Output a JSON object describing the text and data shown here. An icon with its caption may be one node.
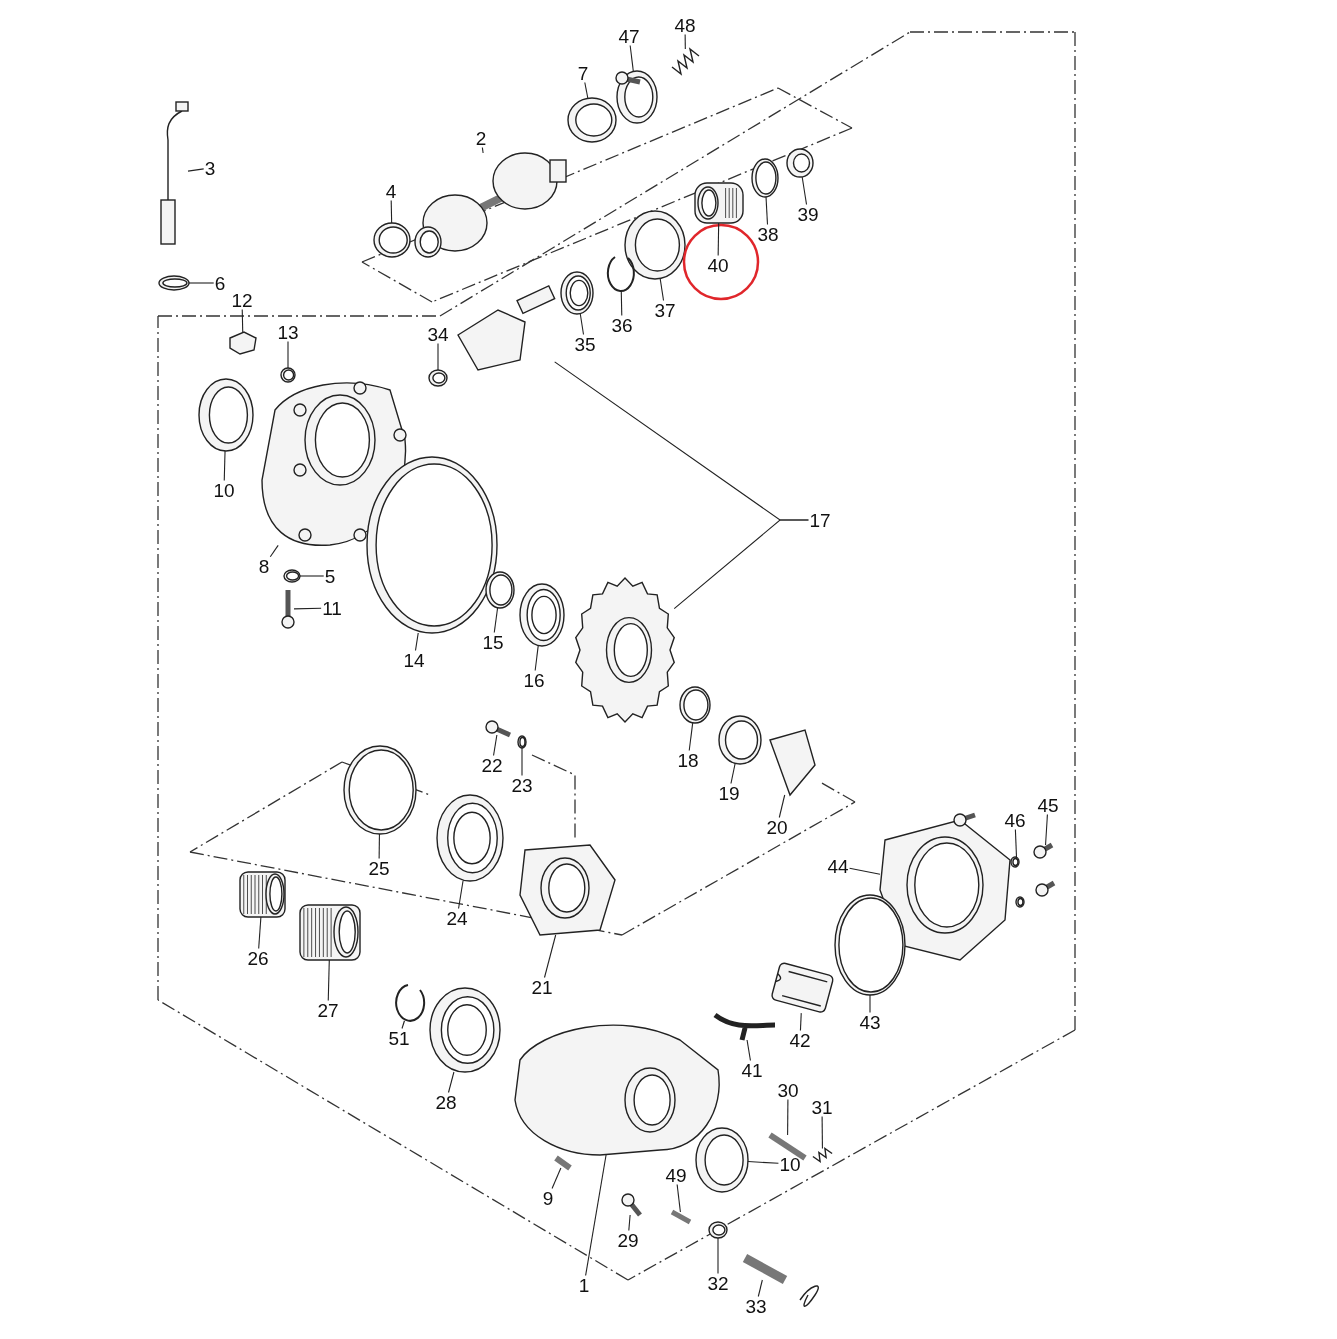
{
  "diagram": {
    "nodes": [
      {
        "text": [
          "48"
        ]
      },
      {
        "text": [
          "47"
        ]
      },
      {
        "text": [
          "7"
        ]
      },
      {
        "text": [
          "2"
        ]
      },
      {
        "text": [
          "3"
        ]
      },
      {
        "text": [
          "4"
        ]
      },
      {
        "text": [
          "39"
        ]
      },
      {
        "text": [
          "38"
        ]
      },
      {
        "text": [
          "40"
        ]
      },
      {
        "text": [
          "37"
        ]
      },
      {
        "text": [
          "36"
        ]
      },
      {
        "text": [
          "6"
        ]
      },
      {
        "text": [
          "12"
        ]
      },
      {
        "text": [
          "35"
        ]
      },
      {
        "text": [
          "13"
        ]
      },
      {
        "text": [
          "34"
        ]
      },
      {
        "text": [
          "10"
        ]
      },
      {
        "text": [
          "17"
        ]
      },
      {
        "text": [
          "8"
        ]
      },
      {
        "text": [
          "5"
        ]
      },
      {
        "text": [
          "11"
        ]
      },
      {
        "text": [
          "14"
        ]
      },
      {
        "text": [
          "15"
        ]
      },
      {
        "text": [
          "16"
        ]
      },
      {
        "text": [
          "18"
        ]
      },
      {
        "text": [
          "19"
        ]
      },
      {
        "text": [
          "20"
        ]
      },
      {
        "text": [
          "22"
        ]
      },
      {
        "text": [
          "23"
        ]
      },
      {
        "text": [
          "45"
        ]
      },
      {
        "text": [
          "46"
        ]
      },
      {
        "text": [
          "44"
        ]
      },
      {
        "text": [
          "25"
        ]
      },
      {
        "text": [
          "24"
        ]
      },
      {
        "text": [
          "26"
        ]
      },
      {
        "text": [
          "21"
        ]
      },
      {
        "text": [
          "27"
        ]
      },
      {
        "text": [
          "43"
        ]
      },
      {
        "text": [
          "51"
        ]
      },
      {
        "text": [
          "42"
        ]
      },
      {
        "text": [
          "41"
        ]
      },
      {
        "text": [
          "30"
        ]
      },
      {
        "text": [
          "28"
        ]
      },
      {
        "text": [
          "31"
        ]
      },
      {
        "text": [
          "10"
        ]
      },
      {
        "text": [
          "49"
        ]
      },
      {
        "text": [
          "9"
        ]
      },
      {
        "text": [
          "29"
        ]
      },
      {
        "text": [
          "1"
        ]
      },
      {
        "text": [
          "32"
        ]
      },
      {
        "text": [
          "33"
        ]
      },
      {
        "text": [],
        "shape": "picture"
      },
      {
        "text": [],
        "shape": "picture"
      },
      {
        "text": [],
        "shape": "picture"
      },
      {
        "text": [],
        "shape": "picture"
      },
      {
        "text": [],
        "shape": "picture"
      },
      {
        "text": [],
        "shape": "picture"
      },
      {
        "text": [],
        "shape": "picture"
      },
      {
        "text": [],
        "shape": "picture"
      },
      {
        "text": [],
        "shape": "picture"
      },
      {
        "text": [],
        "shape": "picture"
      },
      {
        "text": [],
        "shape": "picture"
      },
      {
        "text": [],
        "shape": "picture"
      },
      {
        "text": [],
        "shape": "picture"
      },
      {
        "text": [],
        "shape": "picture"
      },
      {
        "text": [],
        "shape": "picture"
      },
      {
        "text": [],
        "shape": "picture"
      },
      {
        "text": [],
        "shape": "picture"
      },
      {
        "text": [],
        "shape": "picture"
      },
      {
        "text": [],
        "shape": "picture"
      },
      {
        "text": [],
        "shape": "picture"
      },
      {
        "text": [],
        "shape": "picture"
      },
      {
        "text": [],
        "shape": "picture"
      },
      {
        "text": [],
        "shape": "picture"
      },
      {
        "text": [],
        "shape": "picture"
      },
      {
        "text": [],
        "shape": "picture"
      },
      {
        "text": [],
        "shape": "picture"
      },
      {
        "text": [],
        "shape": "picture"
      },
      {
        "text": [],
        "shape": "picture"
      },
      {
        "text": [],
        "shape": "picture"
      },
      {
        "text": [],
        "shape": "picture"
      },
      {
        "text": [],
        "shape": "picture"
      },
      {
        "text": [],
        "shape": "picture"
      },
      {
        "text": [],
        "shape": "picture"
      },
      {
        "text": [],
        "shape": "picture"
      },
      {
        "text": [],
        "shape": "picture"
      },
      {
        "text": [],
        "shape": "picture"
      },
      {
        "text": [],
        "shape": "picture"
      },
      {
        "text": [],
        "shape": "picture"
      },
      {
        "text": [],
        "shape": "picture"
      },
      {
        "text": [],
        "shape": "picture"
      },
      {
        "text": [],
        "shape": "picture"
      },
      {
        "text": [],
        "shape": "picture"
      },
      {
        "text": [],
        "shape": "picture"
      },
      {
        "text": [],
        "shape": "picture"
      },
      {
        "text": [],
        "shape": "picture"
      },
      {
        "text": [],
        "shape": "picture"
      },
      {
        "text": [],
        "shape": "picture"
      },
      {
        "text": [],
        "shape": "picture"
      },
      {
        "text": [],
        "shape": "picture"
      },
      {
        "text": [],
        "shape": "picture"
      },
      {
        "text": [],
        "shape": "picture"
      },
      {
        "text": [],
        "shape": "picture"
      }
    ],
    "edges": [
      {
        "from": 0,
        "to": 51,
        "arrow": "none"
      },
      {
        "from": 1,
        "to": 52,
        "arrow": "none"
      },
      {
        "from": 2,
        "to": 53,
        "arrow": "none"
      },
      {
        "from": 3,
        "to": 54,
        "arrow": "none"
      },
      {
        "from": 4,
        "to": 55,
        "arrow": "none"
      },
      {
        "from": 5,
        "to": 56,
        "arrow": "none"
      },
      {
        "from": 6,
        "to": 57,
        "arrow": "none"
      },
      {
        "from": 7,
        "to": 58,
        "arrow": "none"
      },
      {
        "from": 8,
        "to": 59,
        "arrow": "none"
      },
      {
        "from": 9,
        "to": 60,
        "arrow": "none"
      },
      {
        "from": 10,
        "to": 61,
        "arrow": "none"
      },
      {
        "from": 11,
        "to": 62,
        "arrow": "none"
      },
      {
        "from": 12,
        "to": 63,
        "arrow": "none"
      },
      {
        "from": 13,
        "to": 64,
        "arrow": "none"
      },
      {
        "from": 14,
        "to": 65,
        "arrow": "none"
      },
      {
        "from": 15,
        "to": 66,
        "arrow": "none"
      },
      {
        "from": 16,
        "to": 67,
        "arrow": "none"
      },
      {
        "from": 17,
        "to": 68,
        "arrow": "none"
      },
      {
        "from": 17,
        "to": 102,
        "arrow": "none"
      },
      {
        "from": 18,
        "to": 69,
        "arrow": "none"
      },
      {
        "from": 19,
        "to": 70,
        "arrow": "none"
      },
      {
        "from": 20,
        "to": 71,
        "arrow": "none"
      },
      {
        "from": 21,
        "to": 72,
        "arrow": "none"
      },
      {
        "from": 22,
        "to": 73,
        "arrow": "none"
      },
      {
        "from": 23,
        "to": 74,
        "arrow": "none"
      },
      {
        "from": 24,
        "to": 75,
        "arrow": "none"
      },
      {
        "from": 25,
        "to": 76,
        "arrow": "none"
      },
      {
        "from": 26,
        "to": 77,
        "arrow": "none"
      },
      {
        "from": 27,
        "to": 78,
        "arrow": "none"
      },
      {
        "from": 28,
        "to": 79,
        "arrow": "none"
      },
      {
        "from": 29,
        "to": 80,
        "arrow": "none"
      },
      {
        "from": 30,
        "to": 81,
        "arrow": "none"
      },
      {
        "from": 31,
        "to": 82,
        "arrow": "none"
      },
      {
        "from": 32,
        "to": 83,
        "arrow": "none"
      },
      {
        "from": 33,
        "to": 84,
        "arrow": "none"
      },
      {
        "from": 34,
        "to": 85,
        "arrow": "none"
      },
      {
        "from": 35,
        "to": 86,
        "arrow": "none"
      },
      {
        "from": 36,
        "to": 87,
        "arrow": "none"
      },
      {
        "from": 37,
        "to": 88,
        "arrow": "none"
      },
      {
        "from": 38,
        "to": 89,
        "arrow": "none"
      },
      {
        "from": 39,
        "to": 90,
        "arrow": "none"
      },
      {
        "from": 40,
        "to": 91,
        "arrow": "none"
      },
      {
        "from": 41,
        "to": 92,
        "arrow": "none"
      },
      {
        "from": 42,
        "to": 93,
        "arrow": "none"
      },
      {
        "from": 43,
        "to": 94,
        "arrow": "none"
      },
      {
        "from": 44,
        "to": 95,
        "arrow": "none"
      },
      {
        "from": 45,
        "to": 96,
        "arrow": "none"
      },
      {
        "from": 46,
        "to": 97,
        "arrow": "none"
      },
      {
        "from": 47,
        "to": 98,
        "arrow": "none"
      },
      {
        "from": 48,
        "to": 99,
        "arrow": "none"
      },
      {
        "from": 49,
        "to": 100,
        "arrow": "none"
      },
      {
        "from": 50,
        "to": 101,
        "arrow": "none"
      }
    ]
  }
}
